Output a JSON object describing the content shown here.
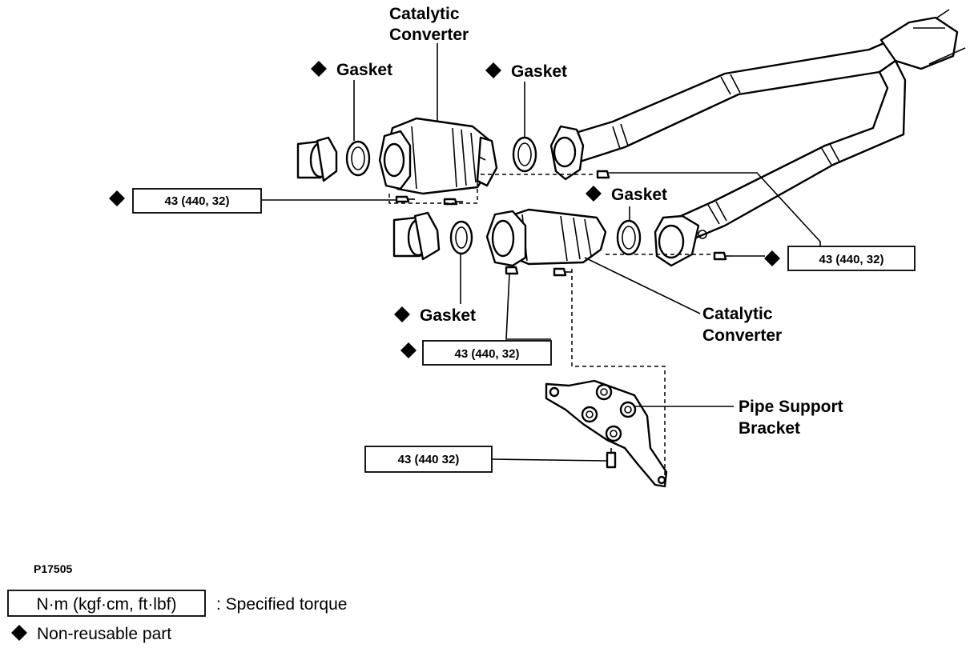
{
  "labels": {
    "cat_conv_top_line1": "Catalytic",
    "cat_conv_top_line2": "Converter",
    "cat_conv_bottom_line1": "Catalytic",
    "cat_conv_bottom_line2": "Converter",
    "gasket_1": "Gasket",
    "gasket_2": "Gasket",
    "gasket_3": "Gasket",
    "gasket_4": "Gasket",
    "bracket_line1": "Pipe Support",
    "bracket_line2": "Bracket"
  },
  "torque_specs": {
    "t1": "43 (440, 32)",
    "t2": "43 (440, 32)",
    "t3": "43 (440, 32)",
    "t4": "43 (440 32)"
  },
  "figure_id": "P17505",
  "legend": {
    "torque_box": "N·m (kgf·cm, ft·lbf)",
    "torque_desc": ": Specified torque",
    "nonreusable_desc": "Non-reusable part"
  },
  "icons": [
    "diamond-icon"
  ],
  "colors": {
    "ink": "#000000",
    "paper": "#ffffff"
  }
}
